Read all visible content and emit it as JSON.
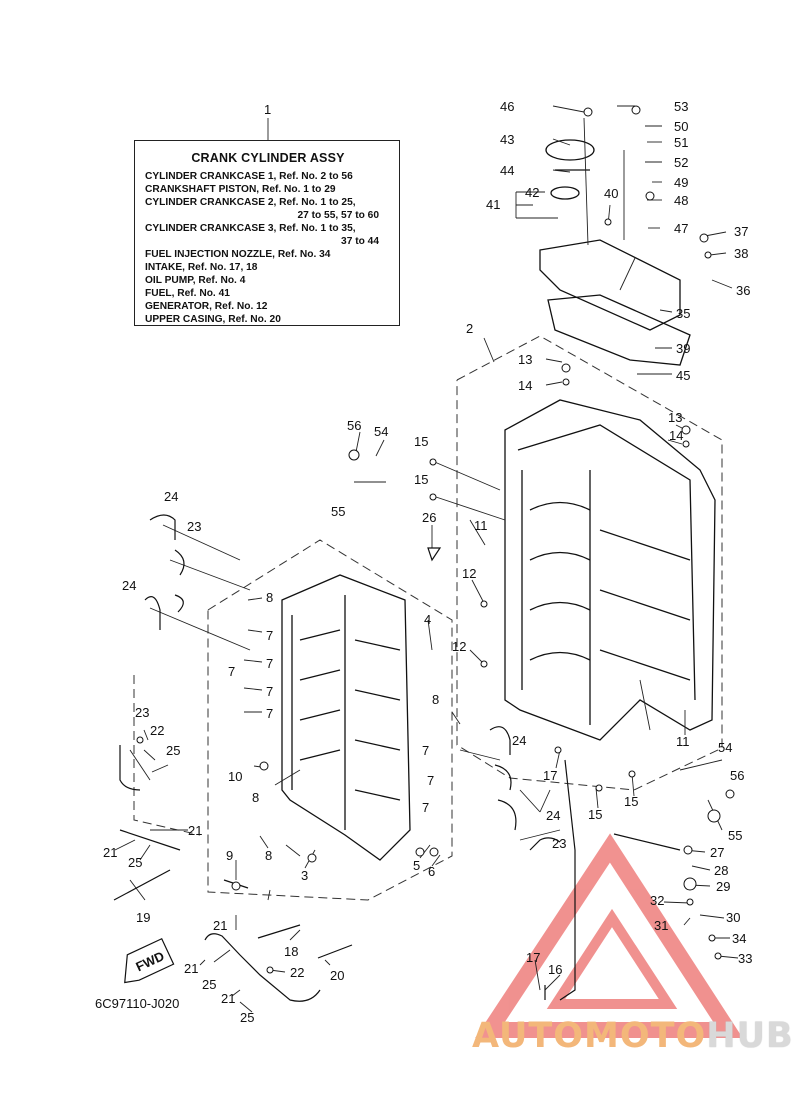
{
  "title_box": {
    "title": "CRANK CYLINDER ASSY",
    "lines": [
      {
        "text": "CYLINDER CRANKCASE 1,  Ref. No. 2 to 56",
        "indent": false
      },
      {
        "text": "CRANKSHAFT PISTON,  Ref. No. 1 to 29",
        "indent": false
      },
      {
        "text": "CYLINDER CRANKCASE 2,  Ref. No. 1 to 25,",
        "indent": false
      },
      {
        "text": "27 to 55, 57 to 60",
        "indent": true
      },
      {
        "text": "CYLINDER CRANKCASE 3,  Ref. No. 1 to 35,",
        "indent": false
      },
      {
        "text": "37 to 44",
        "indent": true
      },
      {
        "text": "FUEL INJECTION NOZZLE,  Ref. No. 34",
        "indent": false
      },
      {
        "text": "INTAKE,  Ref. No. 17, 18",
        "indent": false
      },
      {
        "text": "OIL PUMP,  Ref. No. 4",
        "indent": false
      },
      {
        "text": "FUEL,  Ref. No. 41",
        "indent": false
      },
      {
        "text": "GENERATOR,  Ref. No. 12",
        "indent": false
      },
      {
        "text": "UPPER CASING,  Ref. No. 20",
        "indent": false
      }
    ]
  },
  "drawing_code": "6C97110-J020",
  "fwd_label": "FWD",
  "watermark": {
    "part1": "AUTOMOTO",
    "part2": "HUB",
    "accent": "#e53935"
  },
  "callouts": [
    "1",
    "2",
    "3",
    "4",
    "5",
    "6",
    "7",
    "8",
    "9",
    "10",
    "11",
    "12",
    "13",
    "14",
    "15",
    "16",
    "17",
    "18",
    "19",
    "20",
    "21",
    "22",
    "23",
    "24",
    "25",
    "26",
    "27",
    "28",
    "29",
    "30",
    "31",
    "32",
    "33",
    "34",
    "35",
    "36",
    "37",
    "38",
    "39",
    "40",
    "41",
    "42",
    "43",
    "44",
    "45",
    "46",
    "47",
    "48",
    "49",
    "50",
    "51",
    "52",
    "53",
    "54",
    "55",
    "56"
  ]
}
